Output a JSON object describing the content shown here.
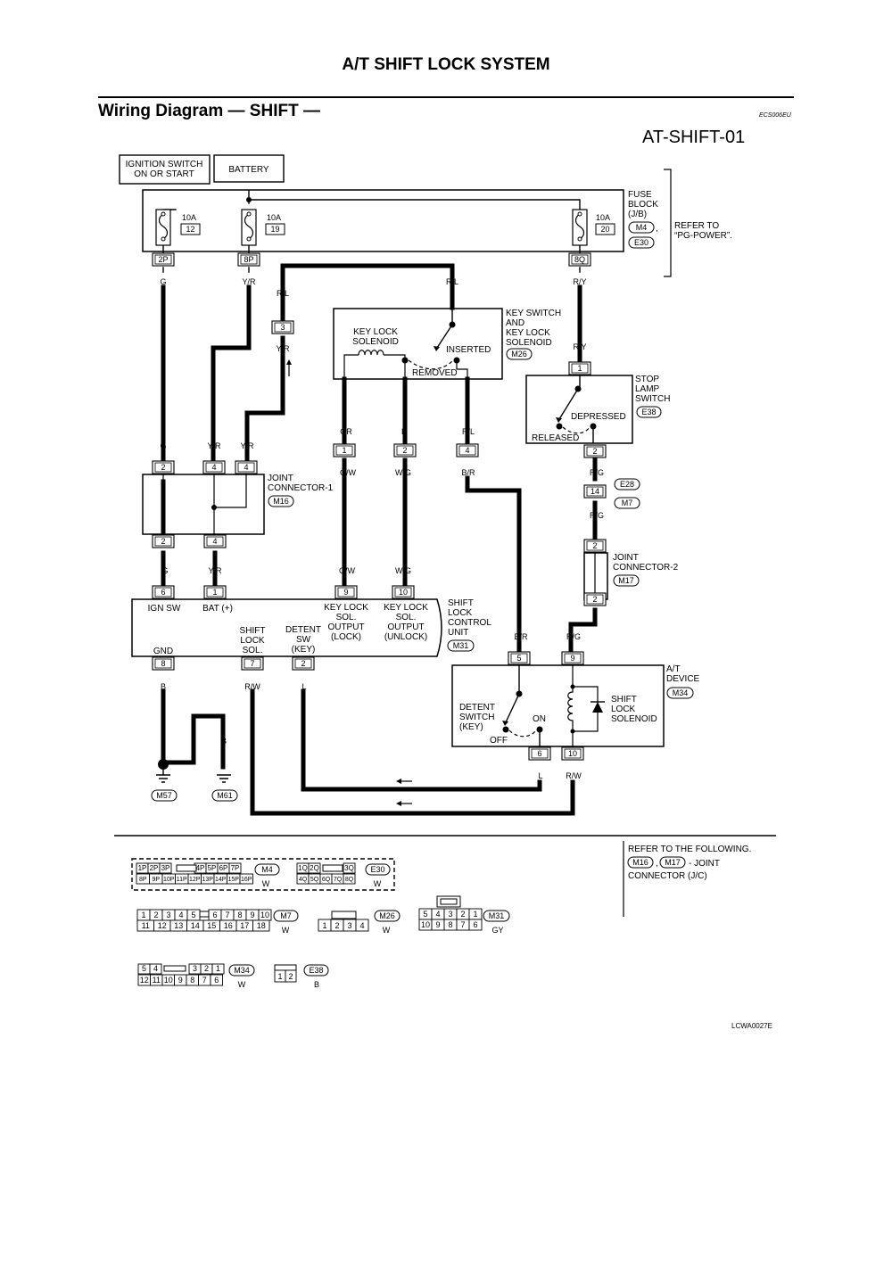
{
  "page_title": "A/T SHIFT LOCK SYSTEM",
  "section": {
    "title": "Wiring Diagram — SHIFT —",
    "code": "ECS006EU"
  },
  "diagram_id": "AT-SHIFT-01",
  "power_sources": {
    "ignition": [
      "IGNITION SWITCH",
      "ON OR START"
    ],
    "battery": "BATTERY"
  },
  "fuse_block": {
    "label": [
      "FUSE",
      "BLOCK",
      "(J/B)"
    ],
    "connectors": [
      "M4",
      "E30"
    ],
    "refer": [
      "REFER TO",
      "“PG-POWER”."
    ],
    "fuses": [
      {
        "rating": "10A",
        "number": "12",
        "connector": "2P",
        "wire": "G"
      },
      {
        "rating": "10A",
        "number": "19",
        "connector": "8P",
        "wire": "Y/R"
      },
      {
        "rating": "10A",
        "number": "20",
        "connector": "8Q",
        "wire": "R/Y"
      }
    ]
  },
  "wires": {
    "rl": "R/L",
    "yr": "Y/R",
    "g": "G",
    "ry": "R/Y",
    "or": "OR",
    "b": "B",
    "gw": "G/W",
    "wg": "W/G",
    "br": "B/R",
    "rg": "R/G",
    "rw": "R/W",
    "l": "L"
  },
  "pins": {
    "p1": "1",
    "p2": "2",
    "p3": "3",
    "p4": "4",
    "p5": "5",
    "p6": "6",
    "p7": "7",
    "p8": "8",
    "p9": "9",
    "p10": "10",
    "p14": "14"
  },
  "key_switch": {
    "label": [
      "KEY SWITCH",
      "AND",
      "KEY LOCK",
      "SOLENOID"
    ],
    "connector": "M26",
    "solenoid": [
      "KEY LOCK",
      "SOLENOID"
    ],
    "inserted": "INSERTED",
    "removed": "REMOVED"
  },
  "stop_lamp_switch": {
    "label": [
      "STOP",
      "LAMP",
      "SWITCH"
    ],
    "connector": "E38",
    "depressed": "DEPRESSED",
    "released": "RELEASED"
  },
  "stop_lamp_inline": {
    "connectors": [
      "E28",
      "M7"
    ]
  },
  "joint_connector_1": {
    "label": [
      "JOINT",
      "CONNECTOR-1"
    ],
    "connector": "M16"
  },
  "joint_connector_2": {
    "label": [
      "JOINT",
      "CONNECTOR-2"
    ],
    "connector": "M17"
  },
  "shift_lock_unit": {
    "label": [
      "SHIFT",
      "LOCK",
      "CONTROL",
      "UNIT"
    ],
    "connector": "M31",
    "ign_sw": "IGN SW",
    "bat": "BAT (+)",
    "gnd": "GND",
    "shift_lock_sol": [
      "SHIFT",
      "LOCK",
      "SOL."
    ],
    "detent_sw": [
      "DETENT",
      "SW",
      "(KEY)"
    ],
    "key_lock_lock": [
      "KEY LOCK",
      "SOL.",
      "OUTPUT",
      "(LOCK)"
    ],
    "key_lock_unlock": [
      "KEY LOCK",
      "SOL.",
      "OUTPUT",
      "(UNLOCK)"
    ]
  },
  "at_device": {
    "label": [
      "A/T",
      "DEVICE"
    ],
    "connector": "M34",
    "detent_switch": [
      "DETENT",
      "SWITCH",
      "(KEY)"
    ],
    "on": "ON",
    "off": "OFF",
    "solenoid": [
      "SHIFT",
      "LOCK",
      "SOLENOID"
    ]
  },
  "grounds": [
    "M57",
    "M61"
  ],
  "legend": {
    "refer": [
      "REFER TO THE FOLLOWING.",
      "- JOINT",
      "CONNECTOR (J/C)"
    ],
    "refer_connectors": [
      "M16",
      "M17"
    ],
    "m4_top": [
      "1P",
      "2P",
      "3P",
      "4P",
      "5P",
      "6P",
      "7P"
    ],
    "m4_bottom": [
      "8P",
      "9P",
      "10P",
      "11P",
      "12P",
      "13P",
      "14P",
      "15P",
      "16P"
    ],
    "e30_top": [
      "1Q",
      "2Q",
      "3Q"
    ],
    "e30_bottom": [
      "4Q",
      "5Q",
      "6Q",
      "7Q",
      "8Q"
    ],
    "m7_top": [
      "1",
      "2",
      "3",
      "4",
      "5",
      "6",
      "7",
      "8",
      "9",
      "10"
    ],
    "m7_bottom": [
      "11",
      "12",
      "13",
      "14",
      "15",
      "16",
      "17",
      "18"
    ],
    "m26_cells": [
      "1",
      "2",
      "3",
      "4"
    ],
    "m31_top": [
      "5",
      "4",
      "3",
      "2",
      "1"
    ],
    "m31_bottom": [
      "10",
      "9",
      "8",
      "7",
      "6"
    ],
    "m34_top_left": [
      "5",
      "4"
    ],
    "m34_top_right": [
      "3",
      "2",
      "1"
    ],
    "m34_bottom": [
      "12",
      "11",
      "10",
      "9",
      "8",
      "7",
      "6"
    ],
    "e38_cells": [
      "1",
      "2"
    ],
    "tags": {
      "m4": "M4",
      "e30": "E30",
      "m7": "M7",
      "m26": "M26",
      "m31": "M31",
      "m34": "M34",
      "e38": "E38"
    },
    "colors": {
      "w": "W",
      "gy": "GY",
      "b": "B"
    }
  },
  "figure_code": "LCWA0027E"
}
